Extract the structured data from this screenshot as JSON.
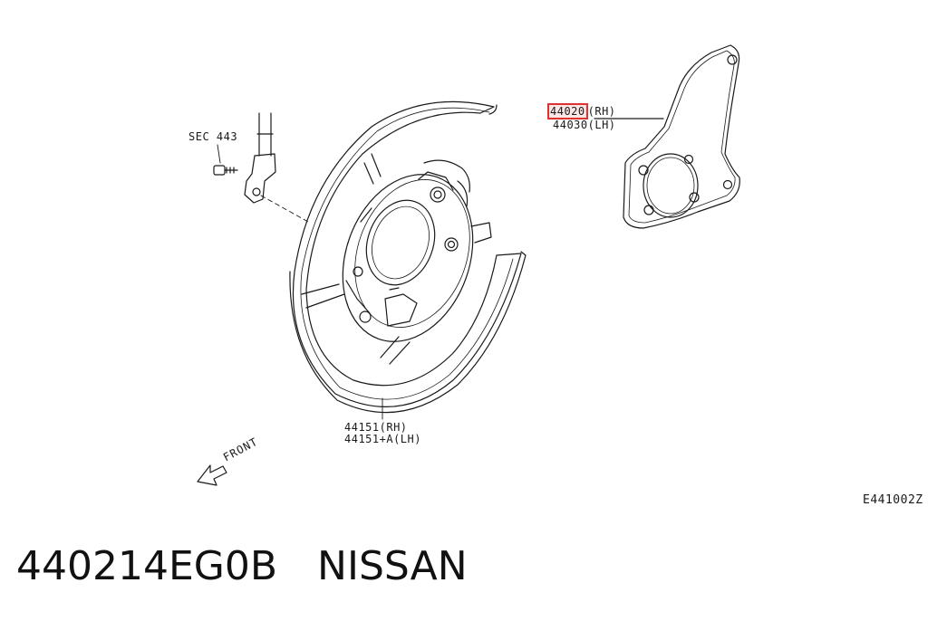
{
  "labels": {
    "sec": "SEC 443",
    "plate_rh_num": "44020",
    "plate_rh_side": "(RH)",
    "plate_lh": "44030(LH)",
    "shield_rh": "44151(RH)",
    "shield_lh": "44151+A(LH)",
    "front": "FRONT",
    "code": "E441002Z"
  },
  "caption": {
    "part_number": "440214EG0B",
    "brand": "NISSAN"
  },
  "colors": {
    "line": "#1a1a1a",
    "highlight": "#e03030"
  },
  "icons": [
    "front-arrow-icon",
    "brake-hose-bracket-icon",
    "bolt-icon"
  ]
}
